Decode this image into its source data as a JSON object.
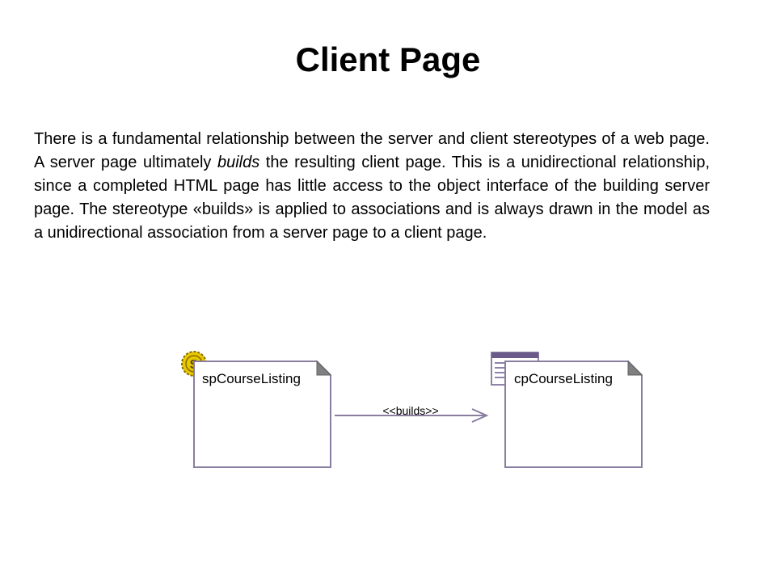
{
  "slide": {
    "title": "Client Page",
    "paragraph": {
      "part1": "There is a fundamental relationship between the server and client stereotypes of a web page. A server page ultimately ",
      "emphasis": "builds",
      "part2": " the resulting client page. This is a unidirectional relationship, since a completed HTML page has little access to the object interface of the building server page. The stereotype «builds» is applied to associations and is always drawn in the model as a unidirectional association from a server page to a client page."
    }
  },
  "diagram": {
    "server_class": {
      "name": "spCourseListing",
      "icon": "server-page-gear-icon"
    },
    "client_class": {
      "name": "cpCourseListing",
      "icon": "client-page-window-icon"
    },
    "association": {
      "label": "<<builds>>"
    },
    "colors": {
      "box_border": "#8a7ea0",
      "gear": "#e6c800",
      "gear_outline": "#8a6a00",
      "window_title": "#6a5a8a"
    }
  }
}
